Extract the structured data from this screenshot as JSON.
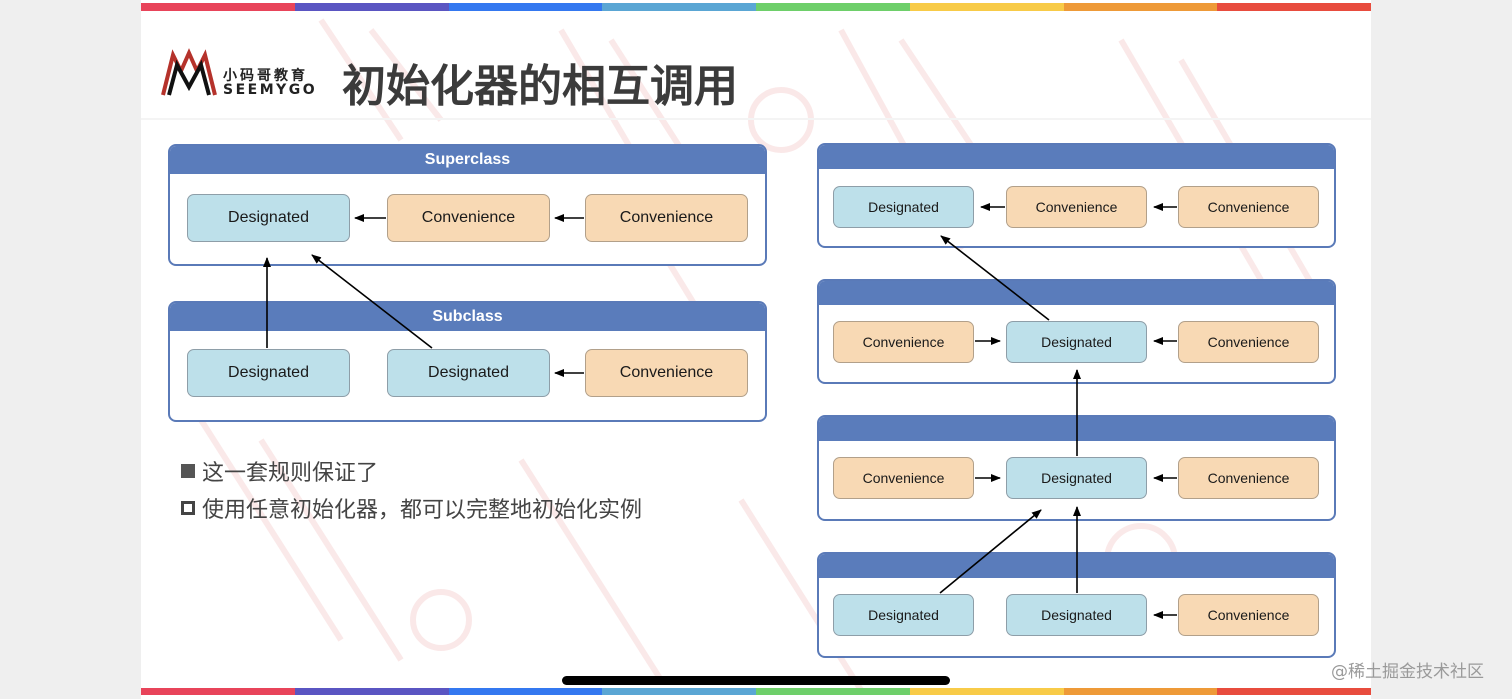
{
  "slide": {
    "title": "初始化器的相互调用",
    "logo": {
      "cn": "小码哥教育",
      "en": "SEEMYGO"
    },
    "rainbow_colors": [
      "#e8445a",
      "#5a55c2",
      "#3478f0",
      "#5aa6d4",
      "#6ecf6a",
      "#f8cb48",
      "#ee9a38",
      "#e84c3e"
    ],
    "bullets": [
      {
        "style": "filled-square",
        "text": "这一套规则保证了"
      },
      {
        "style": "hollow-square",
        "text": "使用任意初始化器，都可以完整地初始化实例"
      }
    ],
    "colors": {
      "header_bar": "#5a7cbb",
      "designated": "#bde0ea",
      "convenience": "#f8d9b4"
    }
  },
  "left_diagram": {
    "superclass": {
      "title": "Superclass",
      "nodes": [
        {
          "type": "designated",
          "label": "Designated"
        },
        {
          "type": "convenience",
          "label": "Convenience"
        },
        {
          "type": "convenience",
          "label": "Convenience"
        }
      ]
    },
    "subclass": {
      "title": "Subclass",
      "nodes": [
        {
          "type": "designated",
          "label": "Designated"
        },
        {
          "type": "designated",
          "label": "Designated"
        },
        {
          "type": "convenience",
          "label": "Convenience"
        }
      ]
    }
  },
  "right_diagram": {
    "levels": [
      {
        "title": "",
        "nodes": [
          {
            "type": "designated",
            "label": "Designated"
          },
          {
            "type": "convenience",
            "label": "Convenience"
          },
          {
            "type": "convenience",
            "label": "Convenience"
          }
        ]
      },
      {
        "title": "",
        "nodes": [
          {
            "type": "convenience",
            "label": "Convenience"
          },
          {
            "type": "designated",
            "label": "Designated"
          },
          {
            "type": "convenience",
            "label": "Convenience"
          }
        ]
      },
      {
        "title": "",
        "nodes": [
          {
            "type": "convenience",
            "label": "Convenience"
          },
          {
            "type": "designated",
            "label": "Designated"
          },
          {
            "type": "convenience",
            "label": "Convenience"
          }
        ]
      },
      {
        "title": "",
        "nodes": [
          {
            "type": "designated",
            "label": "Designated"
          },
          {
            "type": "designated",
            "label": "Designated"
          },
          {
            "type": "convenience",
            "label": "Convenience"
          }
        ]
      }
    ]
  },
  "footer": {
    "watermark": "@稀土掘金技术社区"
  }
}
